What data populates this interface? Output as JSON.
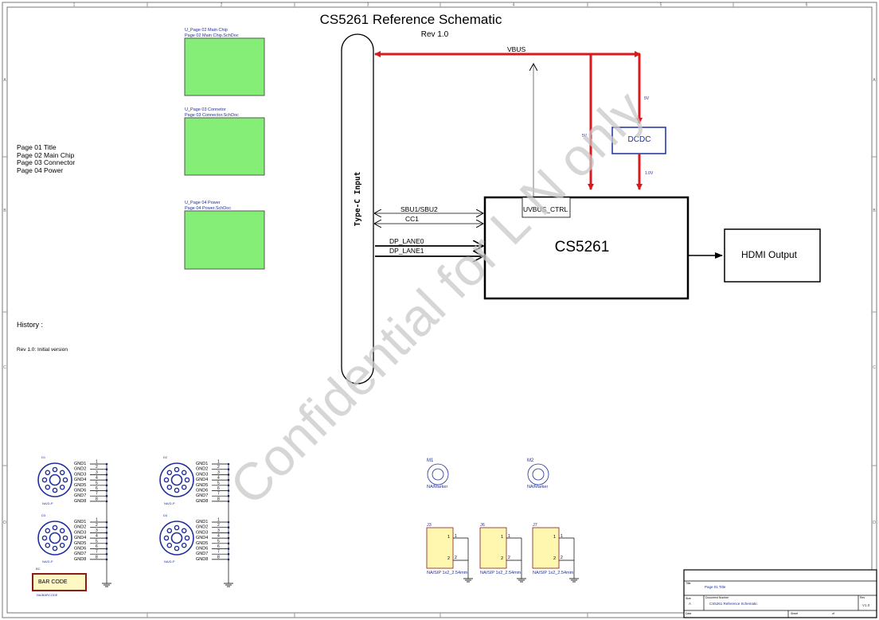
{
  "title": "CS5261 Reference Schematic",
  "revision": "Rev 1.0",
  "watermark": "Confidential for L N only",
  "frame": {
    "columns": [
      "1",
      "2",
      "3",
      "4",
      "5",
      "6"
    ],
    "rows": [
      "A",
      "B",
      "C",
      "D"
    ]
  },
  "sheets": [
    {
      "designator": "U_Page 02 Main Chip",
      "file": "Page 02 Main Chip.SchDoc"
    },
    {
      "designator": "U_Page 03 Connetor",
      "file": "Page 03 Connector.SchDoc"
    },
    {
      "designator": "U_Page 04 Power",
      "file": "Page 04 Power.SchDoc"
    }
  ],
  "page_index": [
    "Page 01 Title",
    "Page 02 Main Chip",
    "Page 03 Connector",
    "Page 04 Power"
  ],
  "history": {
    "heading": "History :",
    "entries": [
      "Rev 1.0: Initial version"
    ]
  },
  "block_diagram": {
    "typec_label": "Type-C Input",
    "vbus": "VBUS",
    "rail_5v_left": "5V",
    "rail_5v_right": "5V",
    "dcdc": "DCDC",
    "rail_1v0": "1.0V",
    "chip": "CS5261",
    "uvbus_ctrl": "UVBUS_CTRL",
    "sbu": "SBU1/SBU2",
    "cc": "CC1",
    "dp_lane0": "DP_LANE0",
    "dp_lane1": "DP_LANE1",
    "hdmi": "HDMI Output"
  },
  "gnd_pads": [
    {
      "ref": "D1",
      "part": "NA/D-P"
    },
    {
      "ref": "D2",
      "part": "NA/D-P"
    },
    {
      "ref": "D3",
      "part": "NA/D-P"
    },
    {
      "ref": "D4",
      "part": "NA/D-P"
    }
  ],
  "gnd_pins": [
    "GND1",
    "GND2",
    "GND3",
    "GND4",
    "GND5",
    "GND6",
    "GND7",
    "GND8"
  ],
  "pin_numbers": [
    "1",
    "2",
    "3",
    "4",
    "5",
    "6",
    "7",
    "8"
  ],
  "barcode": {
    "ref": "BC",
    "label": "BAR CODE",
    "part": "NA/BARCODE"
  },
  "markers": [
    {
      "ref": "M1",
      "part": "NA/Marker"
    },
    {
      "ref": "M2",
      "part": "NA/Marker"
    }
  ],
  "headers": [
    {
      "ref": "J3",
      "part": "NA/SIP 1x2_2.54mm",
      "pins": [
        "1",
        "2"
      ]
    },
    {
      "ref": "J6",
      "part": "NA/SIP 1x2_2.54mm",
      "pins": [
        "1",
        "2"
      ]
    },
    {
      "ref": "J7",
      "part": "NA/SIP 1x2_2.54mm",
      "pins": [
        "1",
        "2"
      ]
    }
  ],
  "title_block": {
    "title_label": "Title",
    "title_value": "Page 01 Title",
    "size_label": "Size",
    "size_value": "A",
    "docnum_label": "Document Number",
    "docnum_value": "CS5261  Reference  Schematic",
    "rev_label": "Rev",
    "rev_value": "V1.0",
    "date_label": "Date",
    "sheet_label": "Sheet",
    "of_label": "of"
  },
  "colors": {
    "wire_red": "#d9191c",
    "sheet_green": "#85ee77",
    "label_blue": "#1f2f9a",
    "header_yellow": "#fff6b0",
    "barcode_fill": "#fff8c2",
    "barcode_border": "#8b1c1c",
    "watermark": "#c8c8c8"
  }
}
